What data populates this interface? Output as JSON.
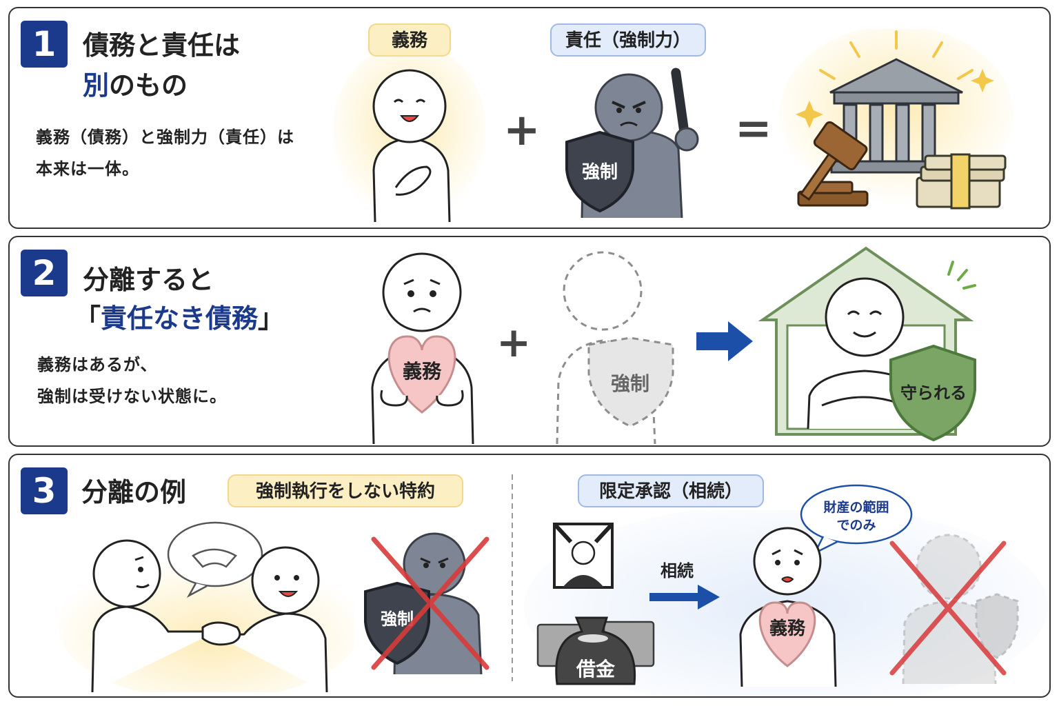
{
  "section1": {
    "number": "1",
    "title_line1": "債務と責任は",
    "title_line2_highlight": "別",
    "title_line2_rest": "のもの",
    "desc_line1": "義務（債務）と強制力（責任）は",
    "desc_line2": "本来は一体。",
    "label_duty": "義務",
    "label_liability": "責任（強制力）",
    "shield_text": "強制",
    "plus": "+",
    "equals": "="
  },
  "section2": {
    "number": "2",
    "title_line1": "分離すると",
    "title_bracket_open": "「",
    "title_highlight": "責任なき債務",
    "title_bracket_close": "」",
    "desc_line1": "義務はあるが、",
    "desc_line2": "強制は受けない状態に。",
    "heart_text": "義務",
    "shield_text": "強制",
    "protected_text": "守られる",
    "plus": "+"
  },
  "section3": {
    "number": "3",
    "title": "分離の例",
    "label_special": "強制執行をしない特約",
    "label_limited": "限定承認（相続）",
    "shield_text": "強制",
    "debt_text": "借金",
    "arrow_text": "相続",
    "bubble_line1": "財産の範囲",
    "bubble_line2": "でのみ",
    "heart_text": "義務"
  },
  "colors": {
    "navy": "#1b3a8c",
    "yellow_pill": "#fdefc4",
    "blue_pill": "#e3ecfa",
    "heart": "#f6c5c5",
    "green": "#7aa565",
    "cross": "#d93a3a"
  }
}
